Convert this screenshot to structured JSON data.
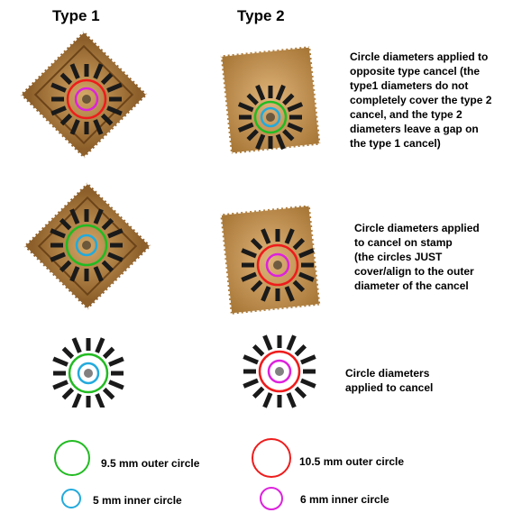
{
  "headers": {
    "type1": "Type 1",
    "type2": "Type 2"
  },
  "notes": {
    "row1": [
      "Circle diameters applied to",
      "opposite type cancel (the",
      "type1 diameters do not",
      "completely cover the type 2",
      "cancel, and the type 2",
      "diameters leave a gap on",
      "the type 1 cancel)"
    ],
    "row2": [
      "Circle diameters applied",
      "to cancel on stamp",
      "(the circles JUST",
      "cover/align to the outer",
      "diameter of the cancel"
    ],
    "row3": [
      "Circle diameters",
      "applied to cancel"
    ]
  },
  "legend": {
    "green": "9.5 mm outer circle",
    "red": "10.5 mm outer circle",
    "cyan": "5 mm inner circle",
    "magenta": "6 mm inner circle"
  },
  "colors": {
    "green": "#22bb22",
    "red": "#ee1c1c",
    "cyan": "#22aadd",
    "magenta": "#dd22dd",
    "stamp": "#b98a4e",
    "cancel": "#1a1a1a"
  }
}
